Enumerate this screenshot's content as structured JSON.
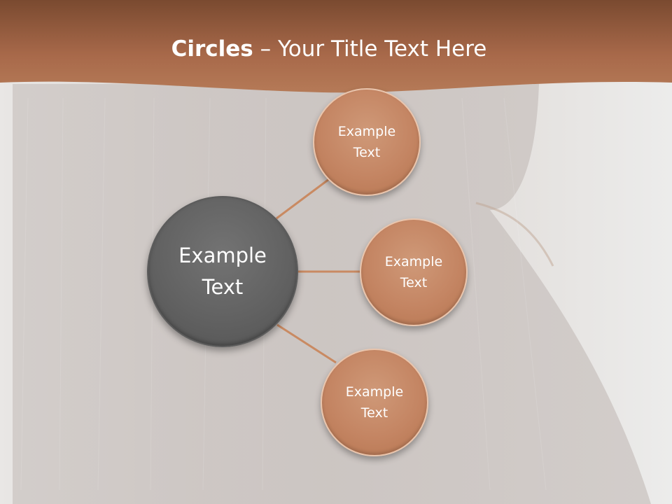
{
  "slide": {
    "title_bold": "Circles",
    "title_rest": " – Your Title Text Here"
  },
  "diagram": {
    "center": {
      "label": "Example\nText"
    },
    "nodes": [
      {
        "label": "Example\nText"
      },
      {
        "label": "Example\nText"
      },
      {
        "label": "Example\nText"
      }
    ]
  },
  "colors": {
    "title_band": "#9b5c3a",
    "center_circle": "#666666",
    "node_circle": "#c48563",
    "connector": "#c98a62"
  }
}
